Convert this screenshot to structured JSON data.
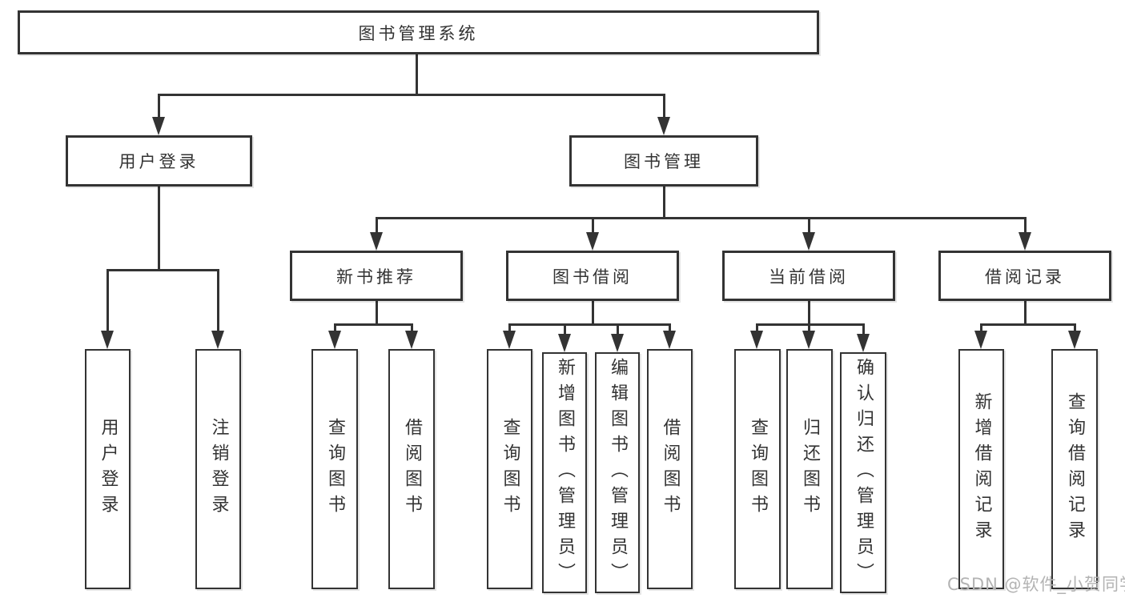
{
  "diagram": {
    "root": {
      "label": "图书管理系统"
    },
    "branches": [
      {
        "label": "用户登录",
        "leaves": [
          {
            "label": "用户登录"
          },
          {
            "label": "注销登录"
          }
        ]
      },
      {
        "label": "图书管理",
        "sections": [
          {
            "label": "新书推荐",
            "leaves": [
              {
                "label": "查询图书"
              },
              {
                "label": "借阅图书"
              }
            ]
          },
          {
            "label": "图书借阅",
            "leaves": [
              {
                "label": "查询图书"
              },
              {
                "label": "新增图书（管理员）"
              },
              {
                "label": "编辑图书（管理员）"
              },
              {
                "label": "借阅图书"
              }
            ]
          },
          {
            "label": "当前借阅",
            "leaves": [
              {
                "label": "查询图书"
              },
              {
                "label": "归还图书"
              },
              {
                "label": "确认归还（管理员）"
              }
            ]
          },
          {
            "label": "借阅记录",
            "leaves": [
              {
                "label": "新增借阅记录"
              },
              {
                "label": "查询借阅记录"
              }
            ]
          }
        ]
      }
    ]
  },
  "watermark": {
    "text": "CSDN @软件_小贺同学",
    "color": "#b3b3b3"
  },
  "colors": {
    "line": "#333333",
    "text": "#333333",
    "background": "#ffffff"
  }
}
